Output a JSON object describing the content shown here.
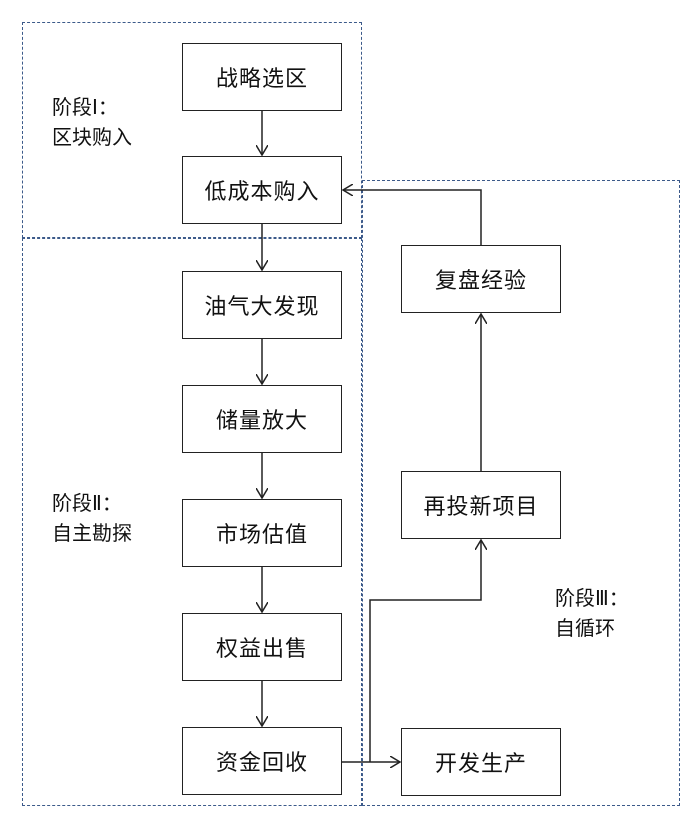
{
  "stages": {
    "stage1": {
      "title": "阶段Ⅰ：",
      "subtitle": "区块购入"
    },
    "stage2": {
      "title": "阶段Ⅱ：",
      "subtitle": "自主勘探"
    },
    "stage3": {
      "title": "阶段Ⅲ：",
      "subtitle": "自循环"
    }
  },
  "nodes": {
    "strategic_selection": "战略选区",
    "low_cost_purchase": "低成本购入",
    "oil_gas_discovery": "油气大发现",
    "reserve_expansion": "储量放大",
    "market_valuation": "市场估值",
    "equity_sale": "权益出售",
    "capital_recovery": "资金回收",
    "development_production": "开发生产",
    "reinvest_new_projects": "再投新项目",
    "review_experience": "复盘经验"
  },
  "colors": {
    "zone_border": "#3c5a8a",
    "box_border": "#222222",
    "arrow": "#222222"
  }
}
